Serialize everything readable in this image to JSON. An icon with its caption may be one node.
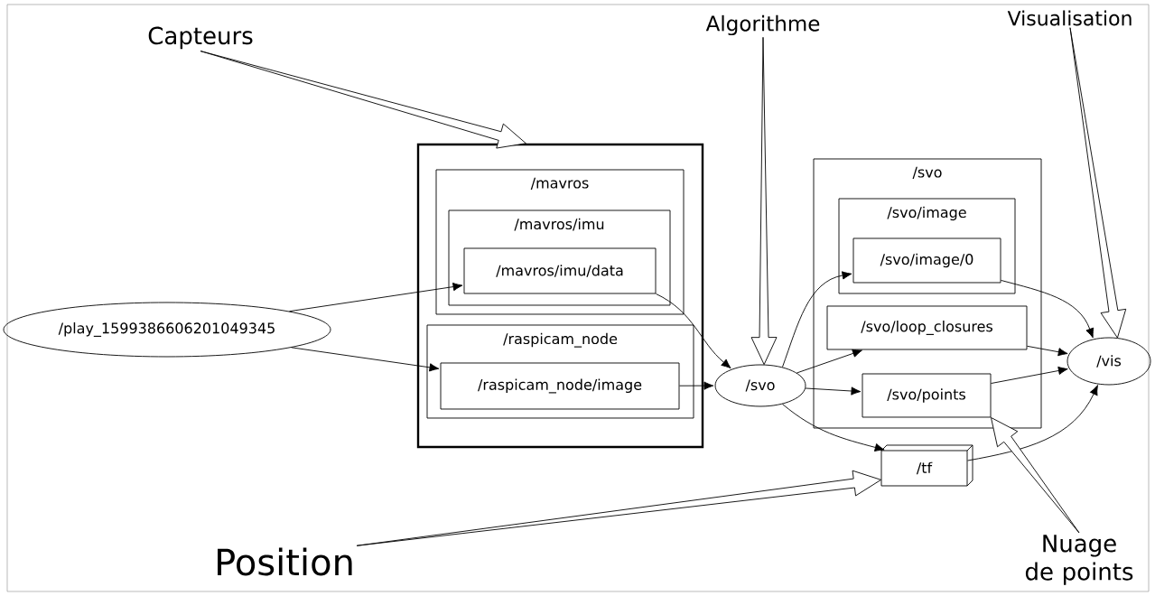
{
  "diagram": {
    "nodes": [
      {
        "text": [
          "Capteurs"
        ]
      },
      {
        "text": [
          "Algorithme"
        ]
      },
      {
        "text": [
          "Visualisation"
        ]
      },
      {
        "text": [],
        "shape": "box"
      },
      {
        "text": [
          "/mavros"
        ],
        "in": 3
      },
      {
        "text": [
          "/mavros/imu"
        ],
        "in": 4
      },
      {
        "text": [
          "/mavros/imu/data"
        ],
        "in": 5
      },
      {
        "text": [
          "/raspicam_node"
        ],
        "in": 3
      },
      {
        "text": [
          "/raspicam_node/image"
        ],
        "in": 7
      },
      {
        "text": [
          "/play_1599386606201049345"
        ]
      },
      {
        "text": [
          "/svo"
        ]
      },
      {
        "text": [
          "/svo"
        ]
      },
      {
        "text": [
          "/svo/image"
        ],
        "in": 11
      },
      {
        "text": [
          "/svo/image/0"
        ],
        "in": 12
      },
      {
        "text": [
          "/svo/loop_closures"
        ],
        "in": 11
      },
      {
        "text": [
          "/svo/points"
        ],
        "in": 11
      },
      {
        "text": [
          "/vis"
        ]
      },
      {
        "text": [
          "/tf"
        ]
      },
      {
        "text": [
          "Position"
        ]
      },
      {
        "text": [
          "Nuage de points"
        ]
      }
    ],
    "edges": [
      {
        "from": 0,
        "to": 3,
        "arrow": "to"
      },
      {
        "from": 1,
        "to": 10,
        "arrow": "to"
      },
      {
        "from": 2,
        "to": 16,
        "arrow": "to"
      },
      {
        "from": 9,
        "to": 6,
        "arrow": "to"
      },
      {
        "from": 9,
        "to": 8,
        "arrow": "to"
      },
      {
        "from": 6,
        "to": 10,
        "arrow": "to"
      },
      {
        "from": 8,
        "to": 10,
        "arrow": "to"
      },
      {
        "from": 10,
        "to": 13,
        "arrow": "to"
      },
      {
        "from": 10,
        "to": 14,
        "arrow": "to"
      },
      {
        "from": 10,
        "to": 15,
        "arrow": "to"
      },
      {
        "from": 10,
        "to": 17,
        "arrow": "to"
      },
      {
        "from": 13,
        "to": 16,
        "arrow": "to"
      },
      {
        "from": 14,
        "to": 16,
        "arrow": "to"
      },
      {
        "from": 15,
        "to": 16,
        "arrow": "to"
      },
      {
        "from": 17,
        "to": 16,
        "arrow": "to"
      },
      {
        "from": 18,
        "to": 17,
        "arrow": "to"
      },
      {
        "from": 19,
        "to": 15,
        "arrow": "to"
      }
    ]
  }
}
